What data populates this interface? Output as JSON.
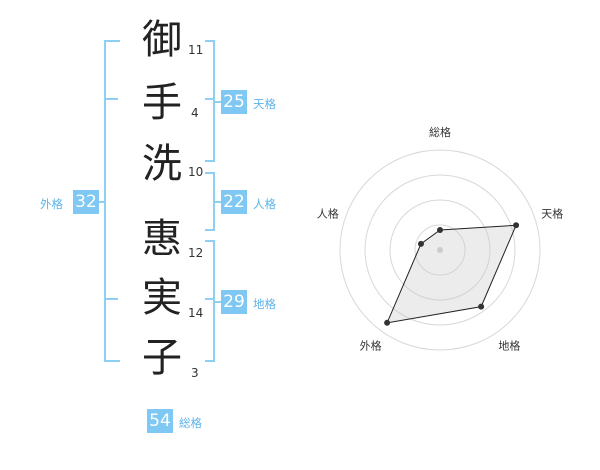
{
  "name": {
    "chars": [
      {
        "char": "御",
        "strokes": "11"
      },
      {
        "char": "手",
        "strokes": "4"
      },
      {
        "char": "洗",
        "strokes": "10"
      },
      {
        "char": "惠",
        "strokes": "12"
      },
      {
        "char": "実",
        "strokes": "14"
      },
      {
        "char": "子",
        "strokes": "3"
      }
    ]
  },
  "scores": {
    "tenkaku": {
      "value": "25",
      "label": "天格"
    },
    "jinkaku": {
      "value": "22",
      "label": "人格"
    },
    "chikaku": {
      "value": "29",
      "label": "地格"
    },
    "gaikaku": {
      "value": "32",
      "label": "外格"
    },
    "soukaku": {
      "value": "54",
      "label": "総格"
    }
  },
  "colors": {
    "accent": "#7ec8f3",
    "bracket": "#8ecff4",
    "label": "#5ab4ea"
  },
  "chart_data": {
    "type": "radar",
    "axes": [
      "総格",
      "天格",
      "地格",
      "外格",
      "人格"
    ],
    "values": [
      0.2,
      0.8,
      0.7,
      0.9,
      0.2
    ],
    "max": 1,
    "rings": 4
  }
}
